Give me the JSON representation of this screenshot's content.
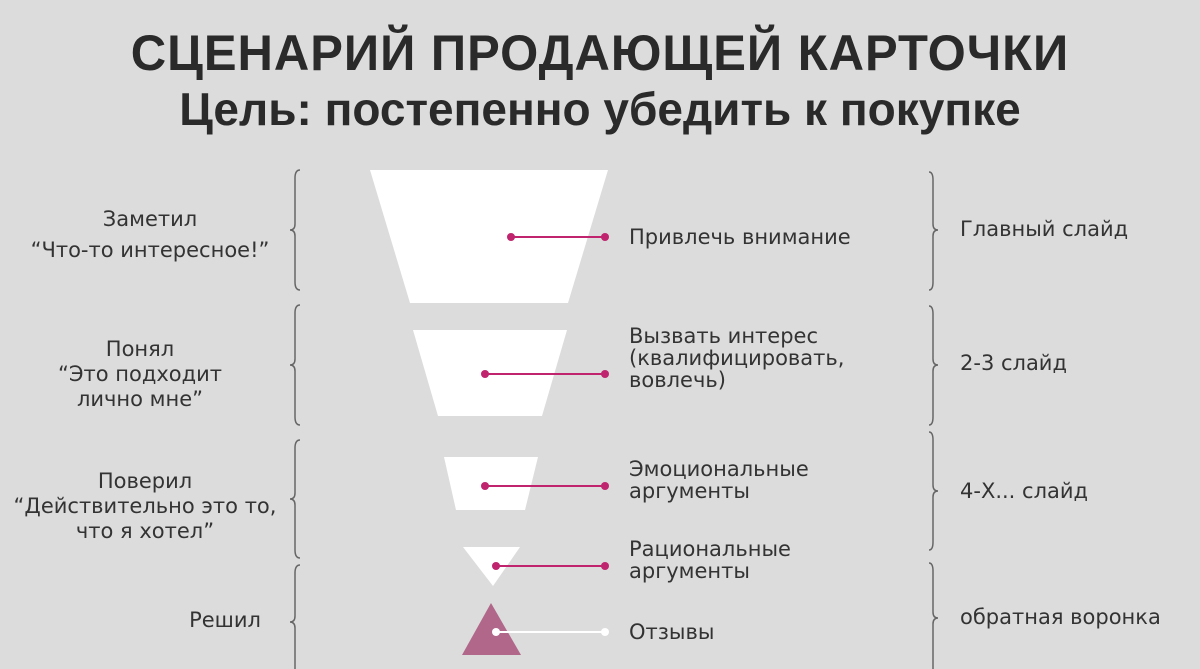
{
  "header": {
    "title": "СЦЕНАРИЙ ПРОДАЮЩЕЙ КАРТОЧКИ",
    "subtitle": "Цель: постепенно убедить к покупке"
  },
  "colors": {
    "background": "#dcdcdc",
    "funnel_fill": "#ffffff",
    "connector": "#c0246e",
    "reverse_funnel": "#b0678a",
    "text": "#333333"
  },
  "stages": [
    {
      "name": "Заметил",
      "quote": [
        "“Что-то интересное!”"
      ]
    },
    {
      "name": "Понял",
      "quote": [
        "“Это подходит",
        "лично мне”"
      ]
    },
    {
      "name": "Поверил",
      "quote": [
        "“Действительно это то,",
        "что я хотел”"
      ]
    },
    {
      "name": "Решил",
      "quote": []
    }
  ],
  "actions": [
    {
      "lines": [
        "Привлечь внимание"
      ]
    },
    {
      "lines": [
        "Вызвать интерес",
        "(квалифицировать,",
        "вовлечь)"
      ]
    },
    {
      "lines": [
        "Эмоциональные",
        "аргументы"
      ]
    },
    {
      "lines": [
        "Рациональные",
        "аргументы"
      ]
    },
    {
      "lines": [
        "Отзывы"
      ]
    }
  ],
  "slides": [
    {
      "label": "Главный слайд"
    },
    {
      "label": "2-3 слайд"
    },
    {
      "label": "4-Х... слайд"
    },
    {
      "label": "обратная воронка"
    }
  ],
  "icons": {
    "funnel": "funnel-trapezoid",
    "reverse_funnel": "triangle-up",
    "brace_left": "curly-brace-left",
    "brace_right": "curly-brace-right"
  }
}
